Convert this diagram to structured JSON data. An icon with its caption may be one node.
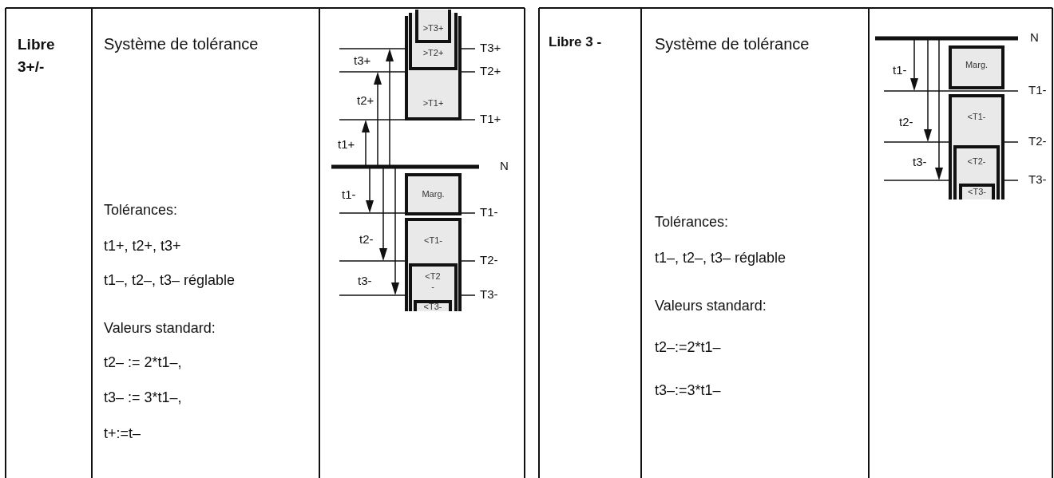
{
  "diagram": {
    "nodes": [
      {
        "text": [
          ">T1+"
        ]
      },
      {
        "text": [
          ">T2+"
        ],
        "in": 0
      },
      {
        "text": [
          ">T3+"
        ],
        "in": 1
      },
      {
        "text": [
          "Marg."
        ]
      },
      {
        "text": [
          "<T1-"
        ]
      },
      {
        "text": [
          "<T2 -"
        ],
        "in": 4
      },
      {
        "text": [
          "<T3-"
        ],
        "in": 5
      },
      {
        "text": [
          "Marg."
        ]
      },
      {
        "text": [
          "<T1-"
        ]
      },
      {
        "text": [
          "<T2-"
        ],
        "in": 8
      },
      {
        "text": [
          "<T3-"
        ],
        "in": 9
      }
    ],
    "edges": [],
    "labels": [
      "Libre 3+/-",
      "Système de tolérance",
      "Tolérances:",
      "t1+, t2+, t3+",
      "t1–, t2–, t3– réglable",
      "Valeurs standard:",
      "t2– := 2*t1–,",
      "t3– := 3*t1–,",
      "t+:=t–",
      "T3+",
      "t3+",
      "T2+",
      "t2+",
      "T1+",
      "t1+",
      "N",
      "t1-",
      "T1-",
      "t2-",
      "T2-",
      "t3-",
      "T3-",
      "Libre 3 -",
      "Système de tolérance",
      "Tolérances:",
      "t1–, t2–, t3– réglable",
      "Valeurs standard:",
      "t2–:=2*t1–",
      "t3–:=3*t1–",
      "N",
      "t1-",
      "T1-",
      "t2-",
      "T2-",
      "t3-",
      "T3-"
    ]
  }
}
